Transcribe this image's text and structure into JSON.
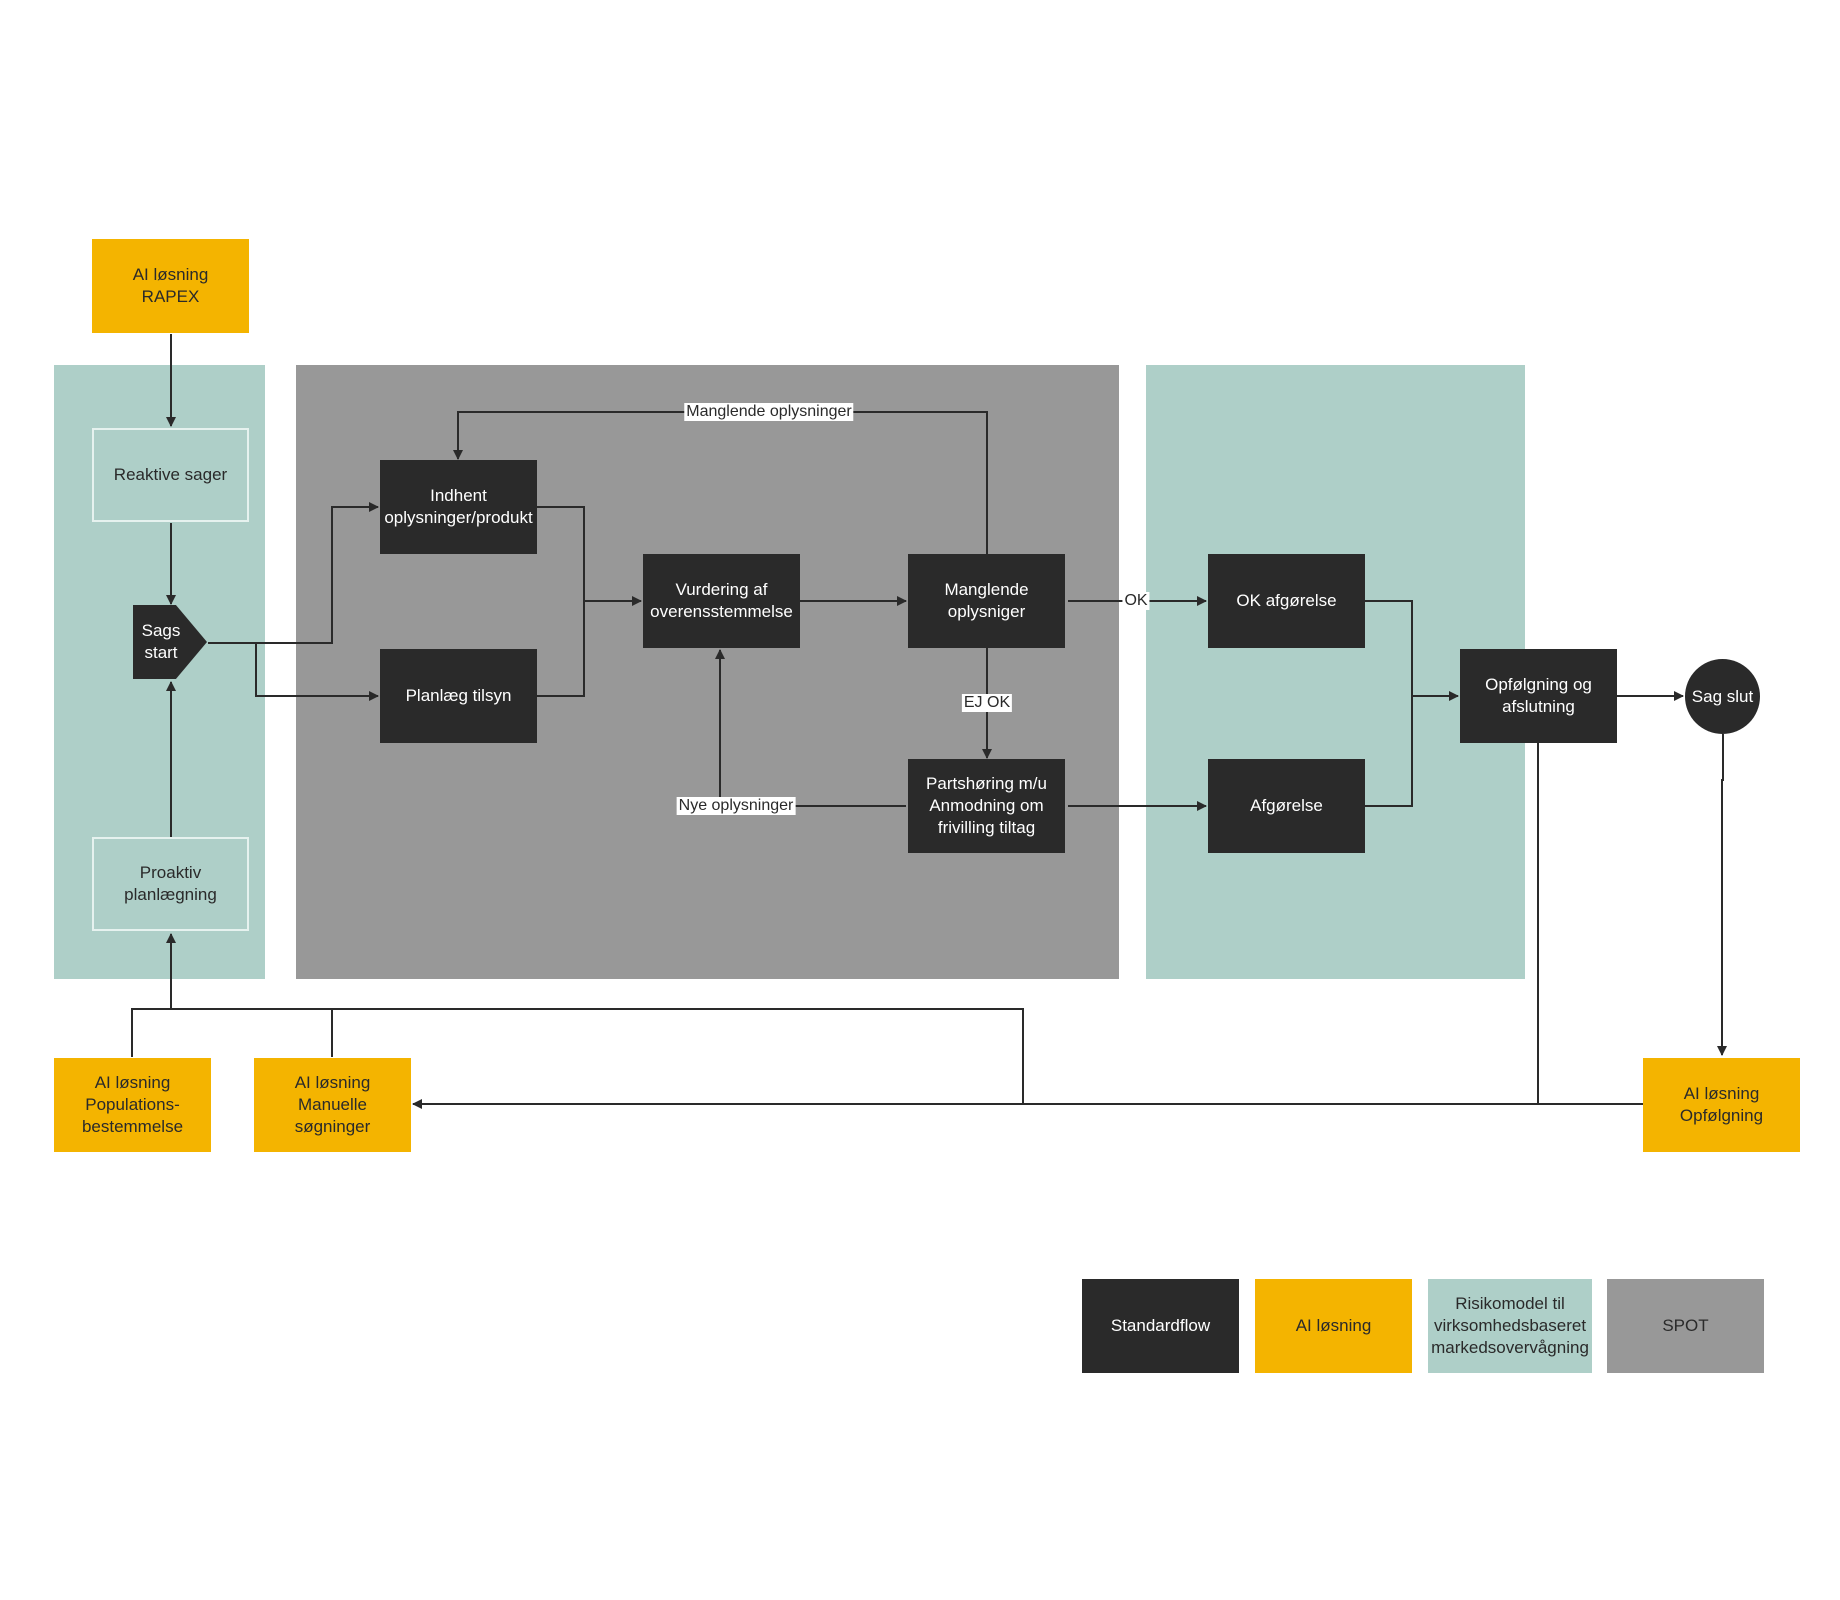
{
  "regions": {
    "risk_left": "Risikomodel til virksomhedsbaseret markedsovervågning",
    "spot": "SPOT",
    "risk_right": "Risikomodel til virksomhedsbaseret markedsovervågning"
  },
  "nodes": {
    "ai_rapex": "AI løsning\nRAPEX",
    "reaktive_sager": "Reaktive sager",
    "sags_start": "Sags\nstart",
    "proaktiv_planlaegning": "Proaktiv\nplanlægning",
    "indhent": "Indhent\noplysninger/produkt",
    "planlaeg_tilsyn": "Planlæg tilsyn",
    "vurdering": "Vurdering af\noverensstemmelse",
    "manglende_oplysniger": "Manglende\noplysniger",
    "partshoring": "Partshøring m/u\nAnmodning om\nfrivilling tiltag",
    "ok_afgorelse": "OK afgørelse",
    "afgorelse": "Afgørelse",
    "opfolgning_afslutning": "Opfølgning og\nafslutning",
    "sag_slut": "Sag slut",
    "ai_population": "AI løsning\nPopulations-\nbestemmelse",
    "ai_manuelle": "AI løsning\nManuelle søgninger",
    "ai_opfolgning": "AI løsning\nOpfølgning"
  },
  "edge_labels": {
    "manglende_oplysninger": "Manglende oplysninger",
    "ok": "OK",
    "ej_ok": "EJ OK",
    "nye_oplysninger": "Nye oplysninger"
  },
  "legend": {
    "standardflow": "Standardflow",
    "ai_losning": "AI løsning",
    "risikomodel": "Risikomodel til\nvirksomhedsbaseret\nmarkedsovervågning",
    "spot": "SPOT"
  },
  "colors": {
    "standardflow": "#2a2a2a",
    "ai_losning": "#f4b400",
    "risikomodel": "#aecfc8",
    "spot": "#989898",
    "connector": "#2a2a2a"
  }
}
